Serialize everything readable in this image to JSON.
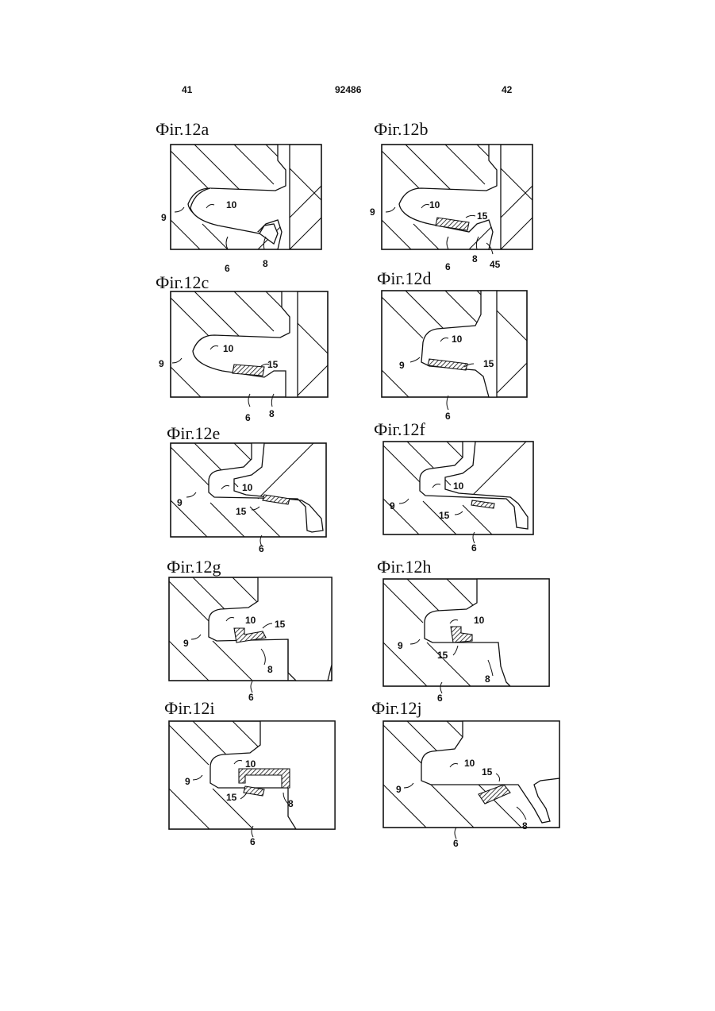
{
  "header": {
    "left_page": "41",
    "center_number": "92486",
    "right_page": "42"
  },
  "figures": [
    {
      "caption": "Фiг.12a",
      "labels": [
        "10",
        "9",
        "6",
        "8"
      ]
    },
    {
      "caption": "Фiг.12b",
      "labels": [
        "10",
        "15",
        "9",
        "6",
        "8",
        "45"
      ]
    },
    {
      "caption": "Фiг.12c",
      "labels": [
        "10",
        "15",
        "9",
        "6",
        "8"
      ]
    },
    {
      "caption": "Фiг.12d",
      "labels": [
        "10",
        "15",
        "9",
        "6"
      ]
    },
    {
      "caption": "Фiг.12e",
      "labels": [
        "10",
        "9",
        "15",
        "6"
      ]
    },
    {
      "caption": "Фiг.12f",
      "labels": [
        "10",
        "9",
        "15",
        "6"
      ]
    },
    {
      "caption": "Фiг.12g",
      "labels": [
        "10",
        "15",
        "9",
        "8",
        "6"
      ]
    },
    {
      "caption": "Фiг.12h",
      "labels": [
        "10",
        "9",
        "15",
        "8",
        "6"
      ]
    },
    {
      "caption": "Фiг.12i",
      "labels": [
        "10",
        "9",
        "15",
        "8",
        "6"
      ]
    },
    {
      "caption": "Фiг.12j",
      "labels": [
        "10",
        "15",
        "9",
        "8",
        "6"
      ]
    }
  ]
}
